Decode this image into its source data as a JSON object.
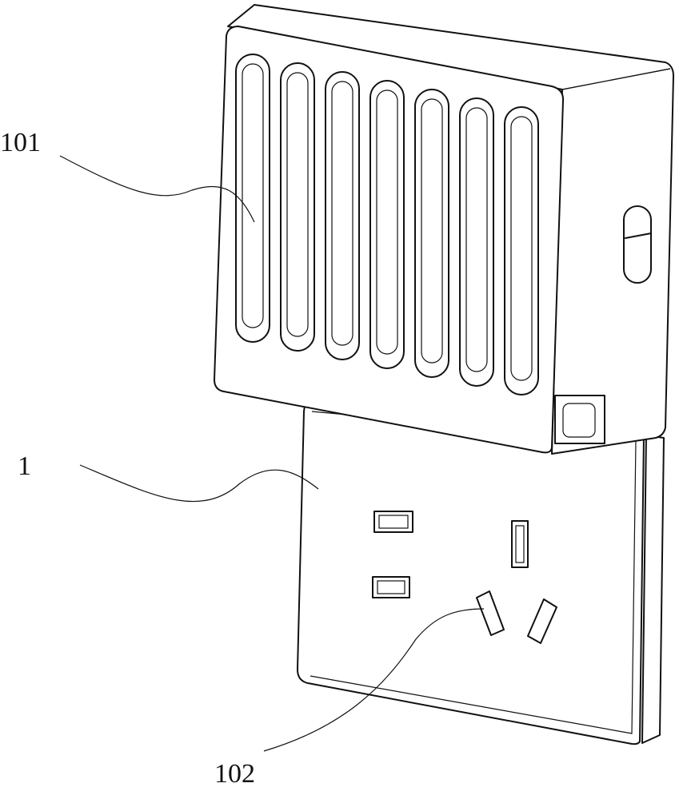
{
  "labels": {
    "housing_top": "101",
    "socket_panel": "1",
    "socket_hole": "102"
  }
}
